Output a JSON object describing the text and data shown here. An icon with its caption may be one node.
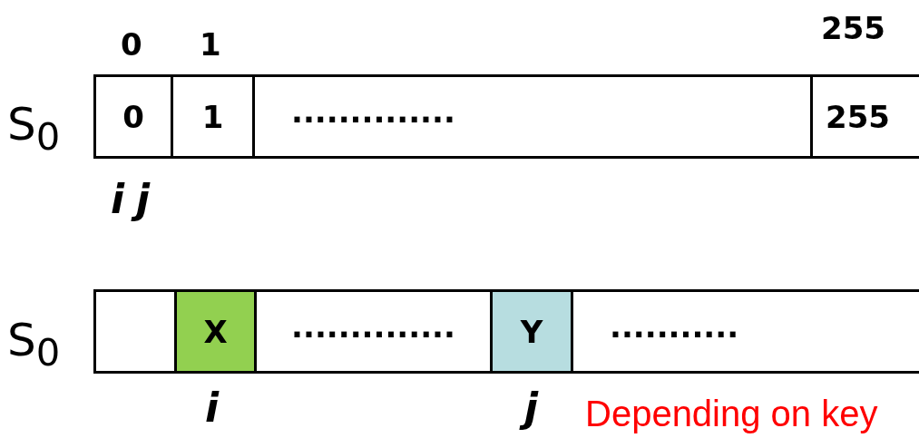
{
  "diagram": {
    "nodes": [
      {
        "text": [
          "0"
        ]
      },
      {
        "text": [
          "1"
        ]
      },
      {
        "text": [
          ".............."
        ]
      },
      {
        "text": [
          "255"
        ]
      },
      {
        "text": [],
        "shape": "box"
      },
      {
        "text": [
          "X"
        ]
      },
      {
        "text": [
          ".............."
        ]
      },
      {
        "text": [
          "Y"
        ]
      },
      {
        "text": [
          "..........."
        ]
      }
    ],
    "edges": [],
    "labels": [
      "0",
      "1",
      "255",
      "S$_{0}$",
      "i",
      "j",
      "S$_{0}$",
      "i",
      "j",
      "Depending on key"
    ]
  }
}
